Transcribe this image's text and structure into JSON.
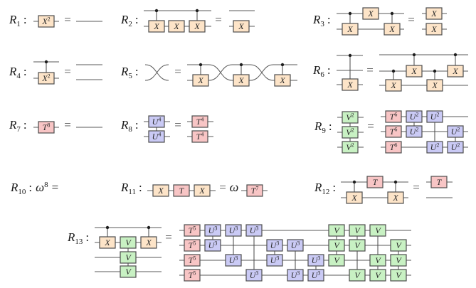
{
  "gate_styles": {
    "X": {
      "fill": "#fde4c8"
    },
    "T": {
      "fill": "#f8c5c5"
    },
    "U": {
      "fill": "#cacaf5"
    },
    "V": {
      "fill": "#c8f1c3"
    },
    "stroke": "#4d4d4d",
    "control_dot": "#1e1e1e"
  },
  "symbols": {
    "equals": "=",
    "colon": ":"
  },
  "relations": [
    {
      "id": "R1",
      "letter": "R",
      "index": "1",
      "lhs": {
        "wires": 1,
        "columns": [
          {
            "gates": [
              {
                "wire": 0,
                "op": "X",
                "exp": "2"
              }
            ]
          }
        ]
      },
      "rhs": {
        "wires": 1,
        "columns": []
      }
    },
    {
      "id": "R2",
      "letter": "R",
      "index": "2",
      "lhs": {
        "wires": 2,
        "columns": [
          {
            "controls": [
              0
            ],
            "gates": [
              {
                "wire": 1,
                "op": "X"
              }
            ]
          },
          {
            "gates": [
              {
                "wire": 1,
                "op": "X"
              }
            ]
          },
          {
            "controls": [
              0
            ],
            "gates": [
              {
                "wire": 1,
                "op": "X"
              }
            ]
          }
        ]
      },
      "rhs": {
        "wires": 2,
        "columns": [
          {
            "gates": [
              {
                "wire": 1,
                "op": "X"
              }
            ]
          }
        ]
      }
    },
    {
      "id": "R3",
      "letter": "R",
      "index": "3",
      "lhs": {
        "wires": 2,
        "columns": [
          {
            "controls": [
              0
            ],
            "gates": [
              {
                "wire": 1,
                "op": "X"
              }
            ]
          },
          {
            "gates": [
              {
                "wire": 0,
                "op": "X"
              }
            ]
          },
          {
            "controls": [
              0
            ],
            "gates": [
              {
                "wire": 1,
                "op": "X"
              }
            ]
          }
        ]
      },
      "rhs": {
        "wires": 2,
        "columns": [
          {
            "linked": false,
            "gates": [
              {
                "wire": 0,
                "op": "X"
              },
              {
                "wire": 1,
                "op": "X"
              }
            ]
          }
        ]
      }
    },
    {
      "id": "R4",
      "letter": "R",
      "index": "4",
      "lhs": {
        "wires": 2,
        "columns": [
          {
            "controls": [
              0
            ],
            "gates": [
              {
                "wire": 1,
                "op": "X",
                "exp": "2"
              }
            ]
          }
        ]
      },
      "rhs": {
        "wires": 2,
        "columns": []
      }
    },
    {
      "id": "R5",
      "letter": "R",
      "index": "5",
      "lhs": {
        "wires": 2,
        "columns": [
          {
            "swap": [
              0,
              1
            ]
          }
        ]
      },
      "rhs": {
        "wires": 2,
        "columns": [
          {
            "controls": [
              0
            ],
            "gates": [
              {
                "wire": 1,
                "op": "X"
              }
            ]
          },
          {
            "swap": [
              0,
              1
            ]
          },
          {
            "controls": [
              0
            ],
            "gates": [
              {
                "wire": 1,
                "op": "X"
              }
            ]
          },
          {
            "swap": [
              0,
              1
            ]
          },
          {
            "controls": [
              0
            ],
            "gates": [
              {
                "wire": 1,
                "op": "X"
              }
            ]
          }
        ]
      }
    },
    {
      "id": "R6",
      "letter": "R",
      "index": "6",
      "lhs": {
        "wires": 3,
        "columns": [
          {
            "controls": [
              0
            ],
            "gates": [
              {
                "wire": 2,
                "op": "X"
              }
            ]
          }
        ]
      },
      "rhs": {
        "wires": 3,
        "columns": [
          {
            "controls": [
              1
            ],
            "gates": [
              {
                "wire": 2,
                "op": "X"
              }
            ]
          },
          {
            "controls": [
              0
            ],
            "gates": [
              {
                "wire": 1,
                "op": "X"
              }
            ]
          },
          {
            "controls": [
              1
            ],
            "gates": [
              {
                "wire": 2,
                "op": "X"
              }
            ]
          },
          {
            "controls": [
              0
            ],
            "gates": [
              {
                "wire": 1,
                "op": "X"
              }
            ]
          }
        ]
      }
    },
    {
      "id": "R7",
      "letter": "R",
      "index": "7",
      "lhs": {
        "wires": 1,
        "columns": [
          {
            "gates": [
              {
                "wire": 0,
                "op": "T",
                "exp": "8"
              }
            ]
          }
        ]
      },
      "rhs": {
        "wires": 1,
        "columns": []
      }
    },
    {
      "id": "R8",
      "letter": "R",
      "index": "8",
      "lhs": {
        "wires": 2,
        "columns": [
          {
            "linked": true,
            "gates": [
              {
                "wire": 0,
                "op": "U",
                "exp": "4"
              },
              {
                "wire": 1,
                "op": "U",
                "exp": "4"
              }
            ]
          }
        ]
      },
      "rhs": {
        "wires": 2,
        "columns": [
          {
            "linked": false,
            "gates": [
              {
                "wire": 0,
                "op": "T",
                "exp": "4"
              },
              {
                "wire": 1,
                "op": "T",
                "exp": "4"
              }
            ]
          }
        ]
      }
    },
    {
      "id": "R9",
      "letter": "R",
      "index": "9",
      "lhs": {
        "wires": 3,
        "columns": [
          {
            "linked": true,
            "gates": [
              {
                "wire": 0,
                "op": "V",
                "exp": "2"
              },
              {
                "wire": 1,
                "op": "V",
                "exp": "2"
              },
              {
                "wire": 2,
                "op": "V",
                "exp": "2"
              }
            ]
          }
        ]
      },
      "rhs": {
        "wires": 3,
        "columns": [
          {
            "linked": false,
            "gates": [
              {
                "wire": 0,
                "op": "T",
                "exp": "6"
              },
              {
                "wire": 1,
                "op": "T",
                "exp": "6"
              },
              {
                "wire": 2,
                "op": "T",
                "exp": "6"
              }
            ]
          },
          {
            "linked": true,
            "gates": [
              {
                "wire": 0,
                "op": "U",
                "exp": "2"
              },
              {
                "wire": 1,
                "op": "U",
                "exp": "2"
              }
            ]
          },
          {
            "linked": true,
            "gates": [
              {
                "wire": 0,
                "op": "U",
                "exp": "2"
              },
              {
                "wire": 2,
                "op": "U",
                "exp": "2"
              }
            ]
          },
          {
            "linked": true,
            "gates": [
              {
                "wire": 1,
                "op": "U",
                "exp": "2"
              },
              {
                "wire": 2,
                "op": "U",
                "exp": "2"
              }
            ]
          }
        ]
      }
    },
    {
      "id": "R10",
      "letter": "R",
      "index": "10",
      "lhs_text": {
        "base": "ω",
        "exp": "8"
      },
      "rhs": null
    },
    {
      "id": "R11",
      "letter": "R",
      "index": "11",
      "lhs": {
        "wires": 1,
        "columns": [
          {
            "gates": [
              {
                "wire": 0,
                "op": "X"
              }
            ]
          },
          {
            "gates": [
              {
                "wire": 0,
                "op": "T"
              }
            ]
          },
          {
            "gates": [
              {
                "wire": 0,
                "op": "X"
              }
            ]
          }
        ]
      },
      "rhs_prefix": "ω",
      "rhs": {
        "wires": 1,
        "columns": [
          {
            "gates": [
              {
                "wire": 0,
                "op": "T",
                "exp": "7"
              }
            ]
          }
        ]
      }
    },
    {
      "id": "R12",
      "letter": "R",
      "index": "12",
      "lhs": {
        "wires": 2,
        "columns": [
          {
            "controls": [
              0
            ],
            "gates": [
              {
                "wire": 1,
                "op": "X"
              }
            ]
          },
          {
            "gates": [
              {
                "wire": 0,
                "op": "T"
              }
            ]
          },
          {
            "controls": [
              0
            ],
            "gates": [
              {
                "wire": 1,
                "op": "X"
              }
            ]
          }
        ]
      },
      "rhs": {
        "wires": 2,
        "columns": [
          {
            "gates": [
              {
                "wire": 0,
                "op": "T"
              }
            ]
          }
        ]
      }
    },
    {
      "id": "R13",
      "letter": "R",
      "index": "13",
      "lhs": {
        "wires": 4,
        "columns": [
          {
            "controls": [
              0
            ],
            "gates": [
              {
                "wire": 1,
                "op": "X"
              }
            ]
          },
          {
            "linked": true,
            "gates": [
              {
                "wire": 1,
                "op": "V"
              },
              {
                "wire": 2,
                "op": "V"
              },
              {
                "wire": 3,
                "op": "V"
              }
            ]
          },
          {
            "controls": [
              0
            ],
            "gates": [
              {
                "wire": 1,
                "op": "X"
              }
            ]
          }
        ]
      },
      "rhs": {
        "wires": 4,
        "columns": [
          {
            "linked": false,
            "gates": [
              {
                "wire": 0,
                "op": "T",
                "exp": "5"
              },
              {
                "wire": 1,
                "op": "T",
                "exp": "5"
              },
              {
                "wire": 2,
                "op": "T",
                "exp": "5"
              },
              {
                "wire": 3,
                "op": "T",
                "exp": "5"
              }
            ]
          },
          {
            "linked": true,
            "gates": [
              {
                "wire": 0,
                "op": "U",
                "exp": "3"
              },
              {
                "wire": 1,
                "op": "U",
                "exp": "3"
              }
            ]
          },
          {
            "linked": true,
            "gates": [
              {
                "wire": 0,
                "op": "U",
                "exp": "3"
              },
              {
                "wire": 2,
                "op": "U",
                "exp": "3"
              }
            ]
          },
          {
            "linked": true,
            "gates": [
              {
                "wire": 0,
                "op": "U",
                "exp": "3"
              },
              {
                "wire": 3,
                "op": "U",
                "exp": "3"
              }
            ]
          },
          {
            "linked": true,
            "gates": [
              {
                "wire": 1,
                "op": "U",
                "exp": "3"
              },
              {
                "wire": 2,
                "op": "U",
                "exp": "3"
              }
            ]
          },
          {
            "linked": true,
            "gates": [
              {
                "wire": 1,
                "op": "U",
                "exp": "3"
              },
              {
                "wire": 3,
                "op": "U",
                "exp": "3"
              }
            ]
          },
          {
            "linked": true,
            "gates": [
              {
                "wire": 2,
                "op": "U",
                "exp": "3"
              },
              {
                "wire": 3,
                "op": "U",
                "exp": "3"
              }
            ]
          },
          {
            "linked": true,
            "gates": [
              {
                "wire": 0,
                "op": "V"
              },
              {
                "wire": 1,
                "op": "V"
              },
              {
                "wire": 2,
                "op": "V"
              }
            ]
          },
          {
            "linked": true,
            "gates": [
              {
                "wire": 0,
                "op": "V"
              },
              {
                "wire": 1,
                "op": "V"
              },
              {
                "wire": 3,
                "op": "V"
              }
            ]
          },
          {
            "linked": true,
            "gates": [
              {
                "wire": 0,
                "op": "V"
              },
              {
                "wire": 2,
                "op": "V"
              },
              {
                "wire": 3,
                "op": "V"
              }
            ]
          },
          {
            "linked": true,
            "gates": [
              {
                "wire": 1,
                "op": "V"
              },
              {
                "wire": 2,
                "op": "V"
              },
              {
                "wire": 3,
                "op": "V"
              }
            ]
          }
        ]
      }
    }
  ]
}
